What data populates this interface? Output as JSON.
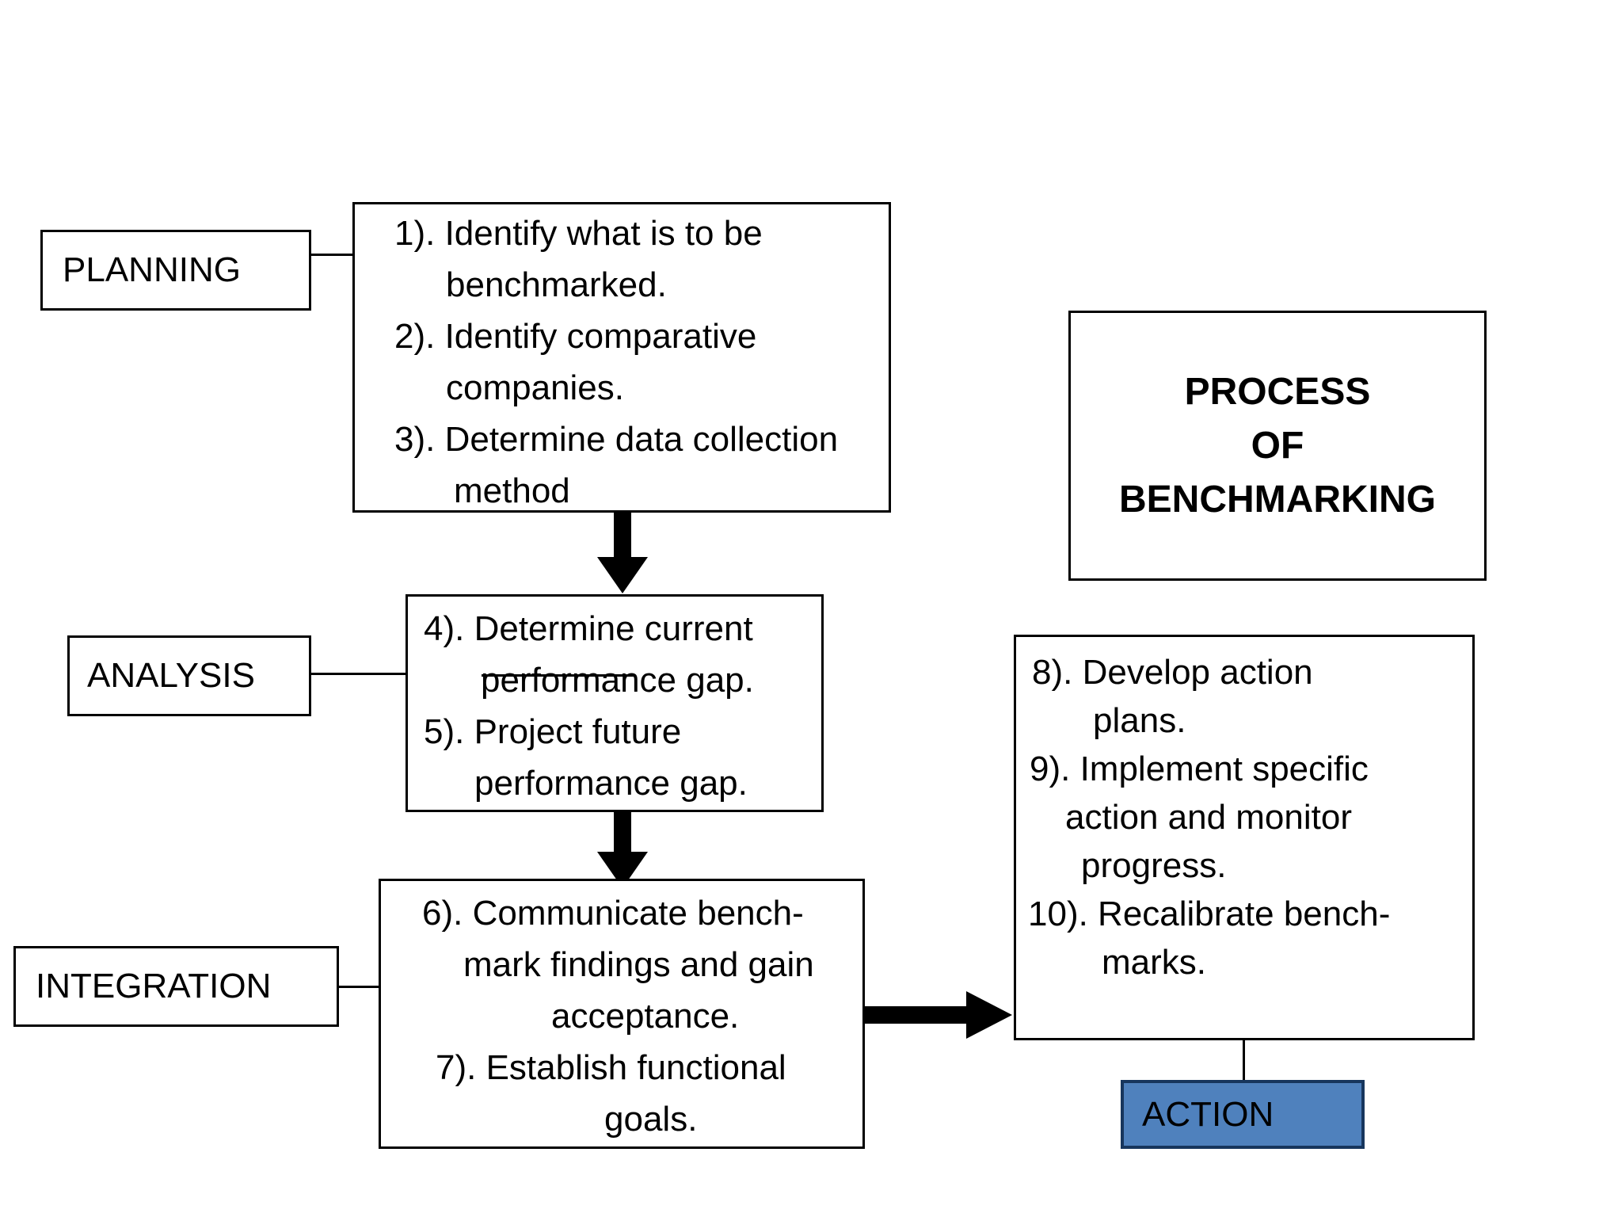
{
  "title": {
    "lines": [
      "PROCESS",
      "OF",
      "BENCHMARKING"
    ]
  },
  "phases": {
    "planning": "PLANNING",
    "analysis": "ANALYSIS",
    "integration": "INTEGRATION",
    "action": "ACTION"
  },
  "steps": {
    "planning": {
      "lines": [
        "1). Identify what is to be",
        "benchmarked.",
        "2). Identify comparative",
        "companies.",
        "3). Determine data collection",
        "method"
      ]
    },
    "analysis": {
      "lines": [
        "4). Determine current",
        "performance gap.",
        "5). Project future",
        "performance gap."
      ]
    },
    "integration": {
      "lines": [
        "6). Communicate bench-",
        "mark findings and gain",
        "acceptance.",
        "7). Establish functional",
        "goals."
      ]
    },
    "action": {
      "lines": [
        "8). Develop action",
        "plans.",
        "9). Implement specific",
        "action and monitor",
        "progress.",
        "10). Recalibrate bench-",
        "marks."
      ]
    }
  },
  "colors": {
    "line": "#000000",
    "action_fill": "#4F81BD",
    "action_border": "#17365D"
  }
}
